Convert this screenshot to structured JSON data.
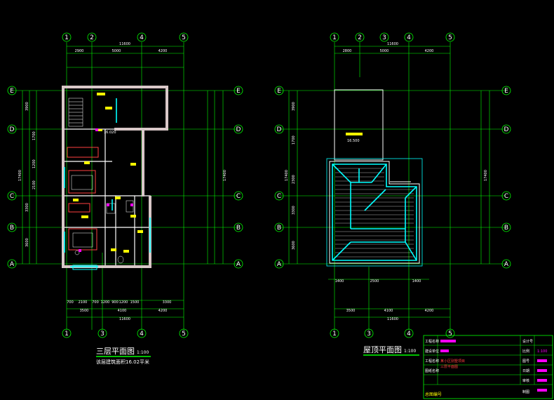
{
  "left_plan": {
    "title": "三层平面图",
    "scale": "1:100",
    "subtitle": "该层建筑面积16.02平米",
    "top_axes": [
      "1",
      "2",
      "4",
      "5"
    ],
    "bottom_axes": [
      "1",
      "3",
      "4",
      "5"
    ],
    "row_axes": [
      "E",
      "D",
      "C",
      "B",
      "A"
    ],
    "top_total": "11600",
    "top_spans": [
      "2900",
      "5000",
      "4200"
    ],
    "bottom_spans_detail": [
      "700",
      "2100",
      "700",
      "1200",
      "900",
      "1200",
      "1500",
      "3300"
    ],
    "bottom_spans": [
      "3500",
      "4100",
      "4200"
    ],
    "bottom_total": "11600",
    "elev_label": "16.020"
  },
  "right_plan": {
    "title": "屋顶平面图",
    "scale": "1:100",
    "top_axes": [
      "1",
      "2",
      "3",
      "4",
      "5"
    ],
    "bottom_axes": [
      "1",
      "3",
      "4",
      "5"
    ],
    "row_axes": [
      "E",
      "D",
      "C",
      "B",
      "A"
    ],
    "top_total": "11600",
    "top_spans": [
      "2800",
      "5000",
      "4200"
    ],
    "bottom_spans_detail": [
      "1400",
      "2500",
      "1400"
    ],
    "bottom_spans": [
      "3500",
      "4100",
      "4200"
    ],
    "bottom_total": "11600",
    "elev_label": "16.500"
  },
  "side_dims_left": [
    "3900",
    "1700",
    "1200",
    "2100",
    "3300",
    "3600",
    "17400"
  ],
  "side_dims_right": [
    "3900",
    "1700",
    "2300",
    "3300",
    "3600",
    "17400"
  ],
  "title_block": {
    "labels": [
      "工程名称",
      "建设单位",
      "工程名称",
      "图纸名称"
    ],
    "values": [
      "",
      "",
      "某小区别墅项目",
      "三层平面图"
    ],
    "right_labels": [
      "设计号",
      "比例",
      "图号",
      "日期",
      "审核",
      "制图"
    ],
    "right_values": [
      "",
      "1:100",
      "",
      "",
      "",
      ""
    ],
    "footer": "总图编号"
  },
  "colors": {
    "background": "#000000",
    "wall": "#ffffff",
    "gridline": "#00ff00",
    "accent": "#00ffff",
    "label": "#ffff00",
    "marker": "#ff00ff",
    "hatch": "#ff4040"
  }
}
